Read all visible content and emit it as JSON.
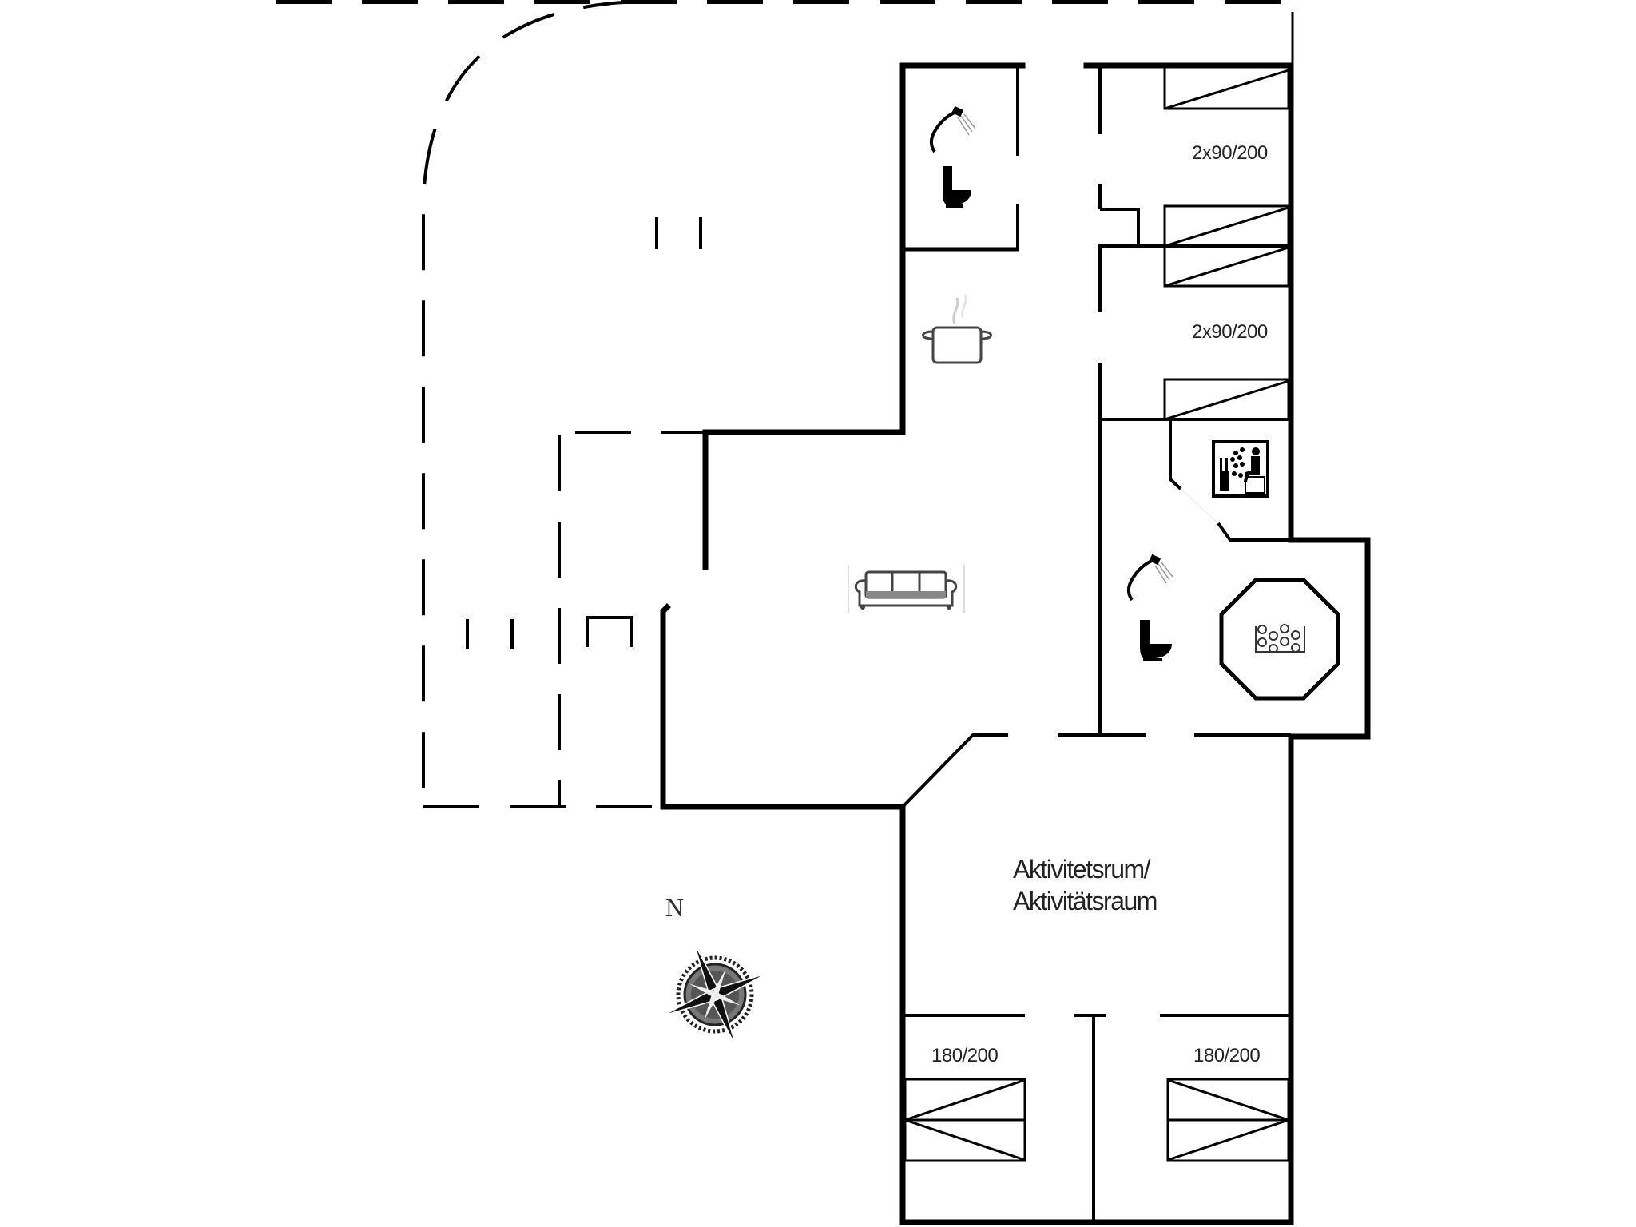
{
  "floorplan": {
    "rooms": {
      "activity_room": {
        "label_line1": "Aktivitetsrum/",
        "label_line2": "Aktivitätsraum"
      }
    },
    "beds": [
      {
        "label": "2x90/200",
        "room": "bedroom-north"
      },
      {
        "label": "2x90/200",
        "room": "bedroom-middle"
      },
      {
        "label": "180/200",
        "room": "bedroom-southwest"
      },
      {
        "label": "180/200",
        "room": "bedroom-southeast"
      }
    ],
    "compass": {
      "north_label": "N"
    },
    "icons": [
      "shower-icon",
      "toilet-icon",
      "cooking-pot-icon",
      "sofa-icon",
      "sauna-icon",
      "whirlpool-icon"
    ],
    "colors": {
      "wall": "#000000",
      "background": "#ffffff",
      "text": "#222222"
    }
  }
}
